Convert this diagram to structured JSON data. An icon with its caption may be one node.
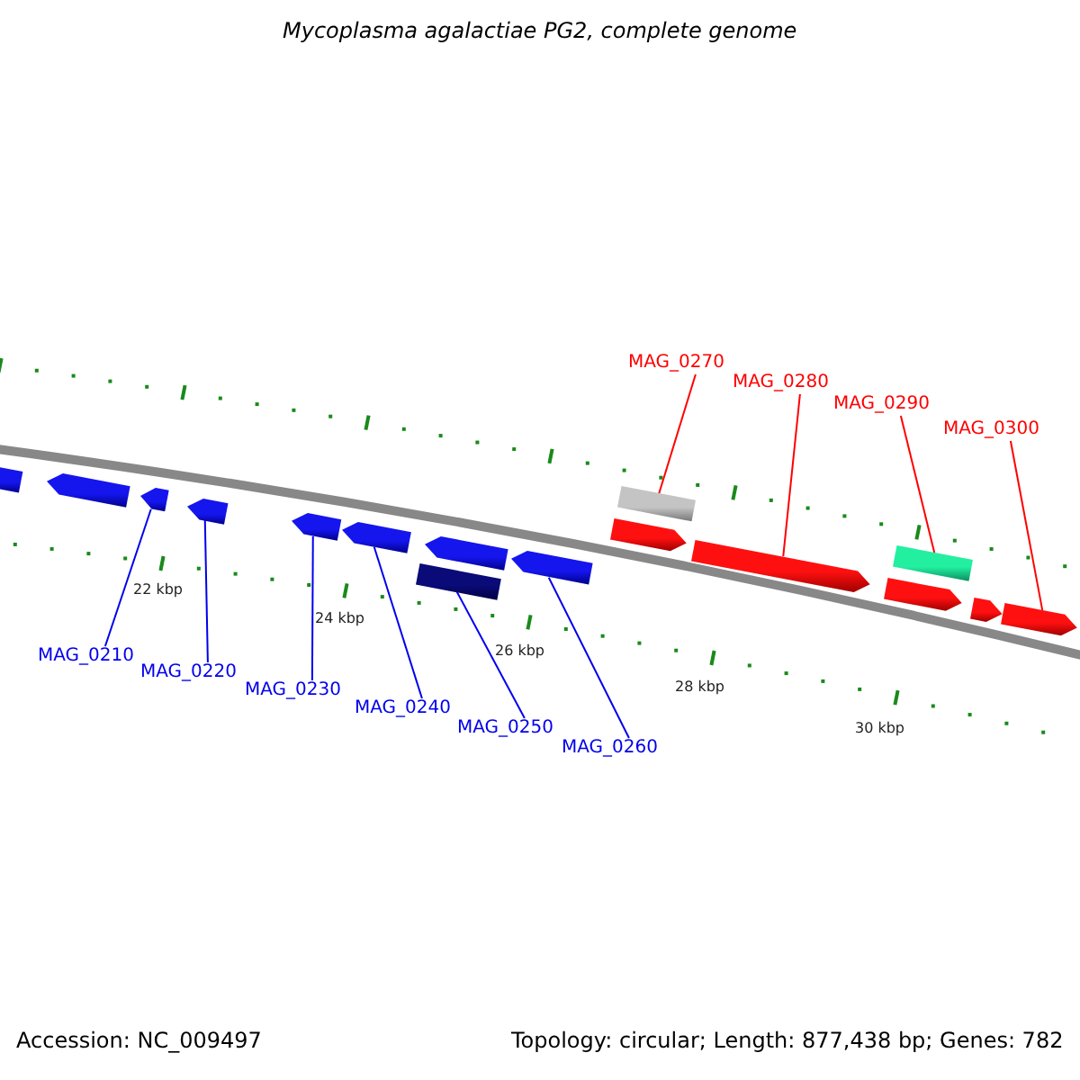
{
  "diagram": {
    "title": "Mycoplasma agalactiae PG2, complete genome",
    "nodes": [
      {
        "text": [
          "MAG_0270"
        ]
      },
      {
        "text": [
          "MAG_0280"
        ]
      },
      {
        "text": [
          "MAG_0290"
        ]
      },
      {
        "text": [
          "MAG_0300"
        ]
      },
      {
        "text": [
          "MAG_0210"
        ]
      },
      {
        "text": [
          "MAG_0220"
        ]
      },
      {
        "text": [
          "MAG_0230"
        ]
      },
      {
        "text": [
          "MAG_0240"
        ]
      },
      {
        "text": [
          "MAG_0250"
        ]
      },
      {
        "text": [
          "MAG_0260"
        ]
      },
      {
        "text": [],
        "shape": "bar"
      },
      {
        "text": [],
        "shape": "bar"
      },
      {
        "text": [],
        "shape": "bar"
      },
      {
        "text": [],
        "shape": "bar"
      },
      {
        "text": [],
        "shape": "bar"
      },
      {
        "text": [],
        "shape": "bar"
      },
      {
        "text": [],
        "shape": "bar"
      },
      {
        "text": [],
        "shape": "bar"
      },
      {
        "text": [],
        "shape": "bar"
      },
      {
        "text": [],
        "shape": "bar"
      },
      {
        "text": [],
        "shape": "bar"
      },
      {
        "text": [],
        "shape": "bar"
      },
      {
        "text": [],
        "shape": "bar"
      },
      {
        "text": [],
        "shape": "bar"
      },
      {
        "text": [],
        "shape": "bar"
      },
      {
        "text": [],
        "shape": "bar"
      }
    ],
    "edges": [
      {
        "from": 0,
        "to": 20,
        "arrow": "none",
        "color": "#ff0000"
      },
      {
        "from": 1,
        "to": 21,
        "arrow": "none",
        "color": "#ff0000"
      },
      {
        "from": 2,
        "to": 23,
        "arrow": "none",
        "color": "#ff0000"
      },
      {
        "from": 3,
        "to": 25,
        "arrow": "none",
        "color": "#ff0000"
      },
      {
        "from": 4,
        "to": 12,
        "arrow": "none"
      },
      {
        "from": 5,
        "to": 13,
        "arrow": "none"
      },
      {
        "from": 6,
        "to": 14,
        "arrow": "none"
      },
      {
        "from": 7,
        "to": 15,
        "arrow": "none"
      },
      {
        "from": 8,
        "to": 16,
        "arrow": "none"
      },
      {
        "from": 9,
        "to": 18,
        "arrow": "none"
      }
    ],
    "labels": [
      "22 kbp",
      "24 kbp",
      "26 kbp",
      "28 kbp",
      "30 kbp",
      "Accession: NC_009497",
      "Topology: circular; Length: 877,438 bp; Genes: 782"
    ]
  }
}
